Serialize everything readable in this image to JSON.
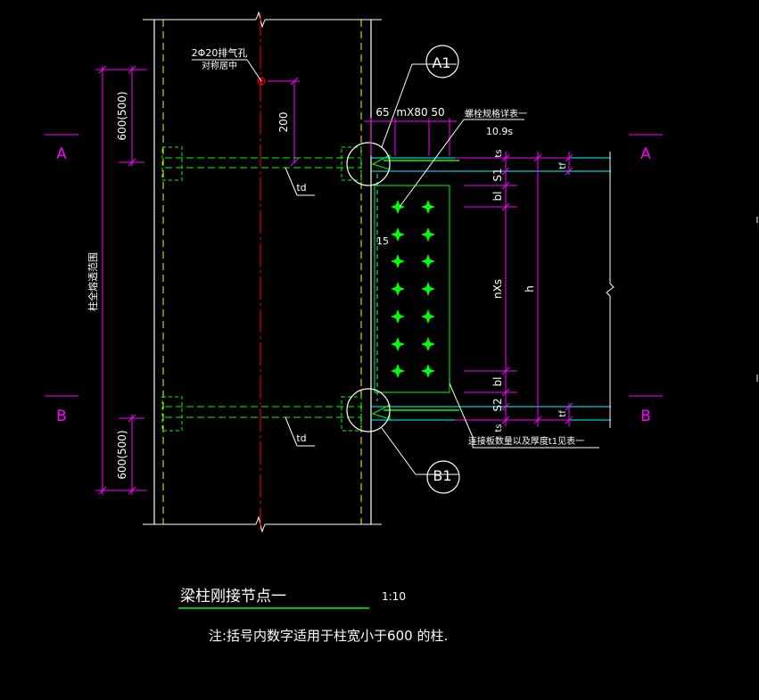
{
  "drawing": {
    "section_labels": {
      "a": "A",
      "b": "B"
    },
    "detail_labels": {
      "a1": "A1",
      "b1": "B1"
    },
    "dimensions": {
      "top_span": "600(500)",
      "bottom_span": "600(500)",
      "hole_offset": "200",
      "plate_edge_left": "65",
      "bolt_spacing": "mX80",
      "plate_edge_right": "50",
      "pitch_15": "15",
      "ts_top": "ts",
      "s1": "S1",
      "bl_top": "bl",
      "nxs": "nXs",
      "h": "h",
      "bl_bottom": "bl",
      "s2": "S2",
      "ts_bottom": "ts",
      "tf_top": "tf",
      "tf_bottom": "tf"
    },
    "weld_labels": {
      "top": "td",
      "bottom": "td"
    },
    "notes": {
      "vent_hole_line1": "2Φ20排气孔",
      "vent_hole_line2": "对称居中",
      "bolt_spec_line1": "螺栓规格详表一",
      "bolt_spec_line2": "10.9s",
      "plate_note": "连接板数量以及厚度t1见表一",
      "column_stiffener": "柱全熔透范围"
    },
    "title": "梁柱刚接节点一",
    "scale": "1:10",
    "footnote": "注:括号内数字适用于柱宽小于600 的柱."
  },
  "colors": {
    "background": "#000000",
    "dimension": "#ff00ff",
    "outline": "#ffffff",
    "centerline": "#ff0000",
    "dashed": "#ffff00",
    "flange": "#00ff00",
    "bolt": "#00ff00",
    "cyan": "#00ffff",
    "title_underline": "#00ff00"
  }
}
